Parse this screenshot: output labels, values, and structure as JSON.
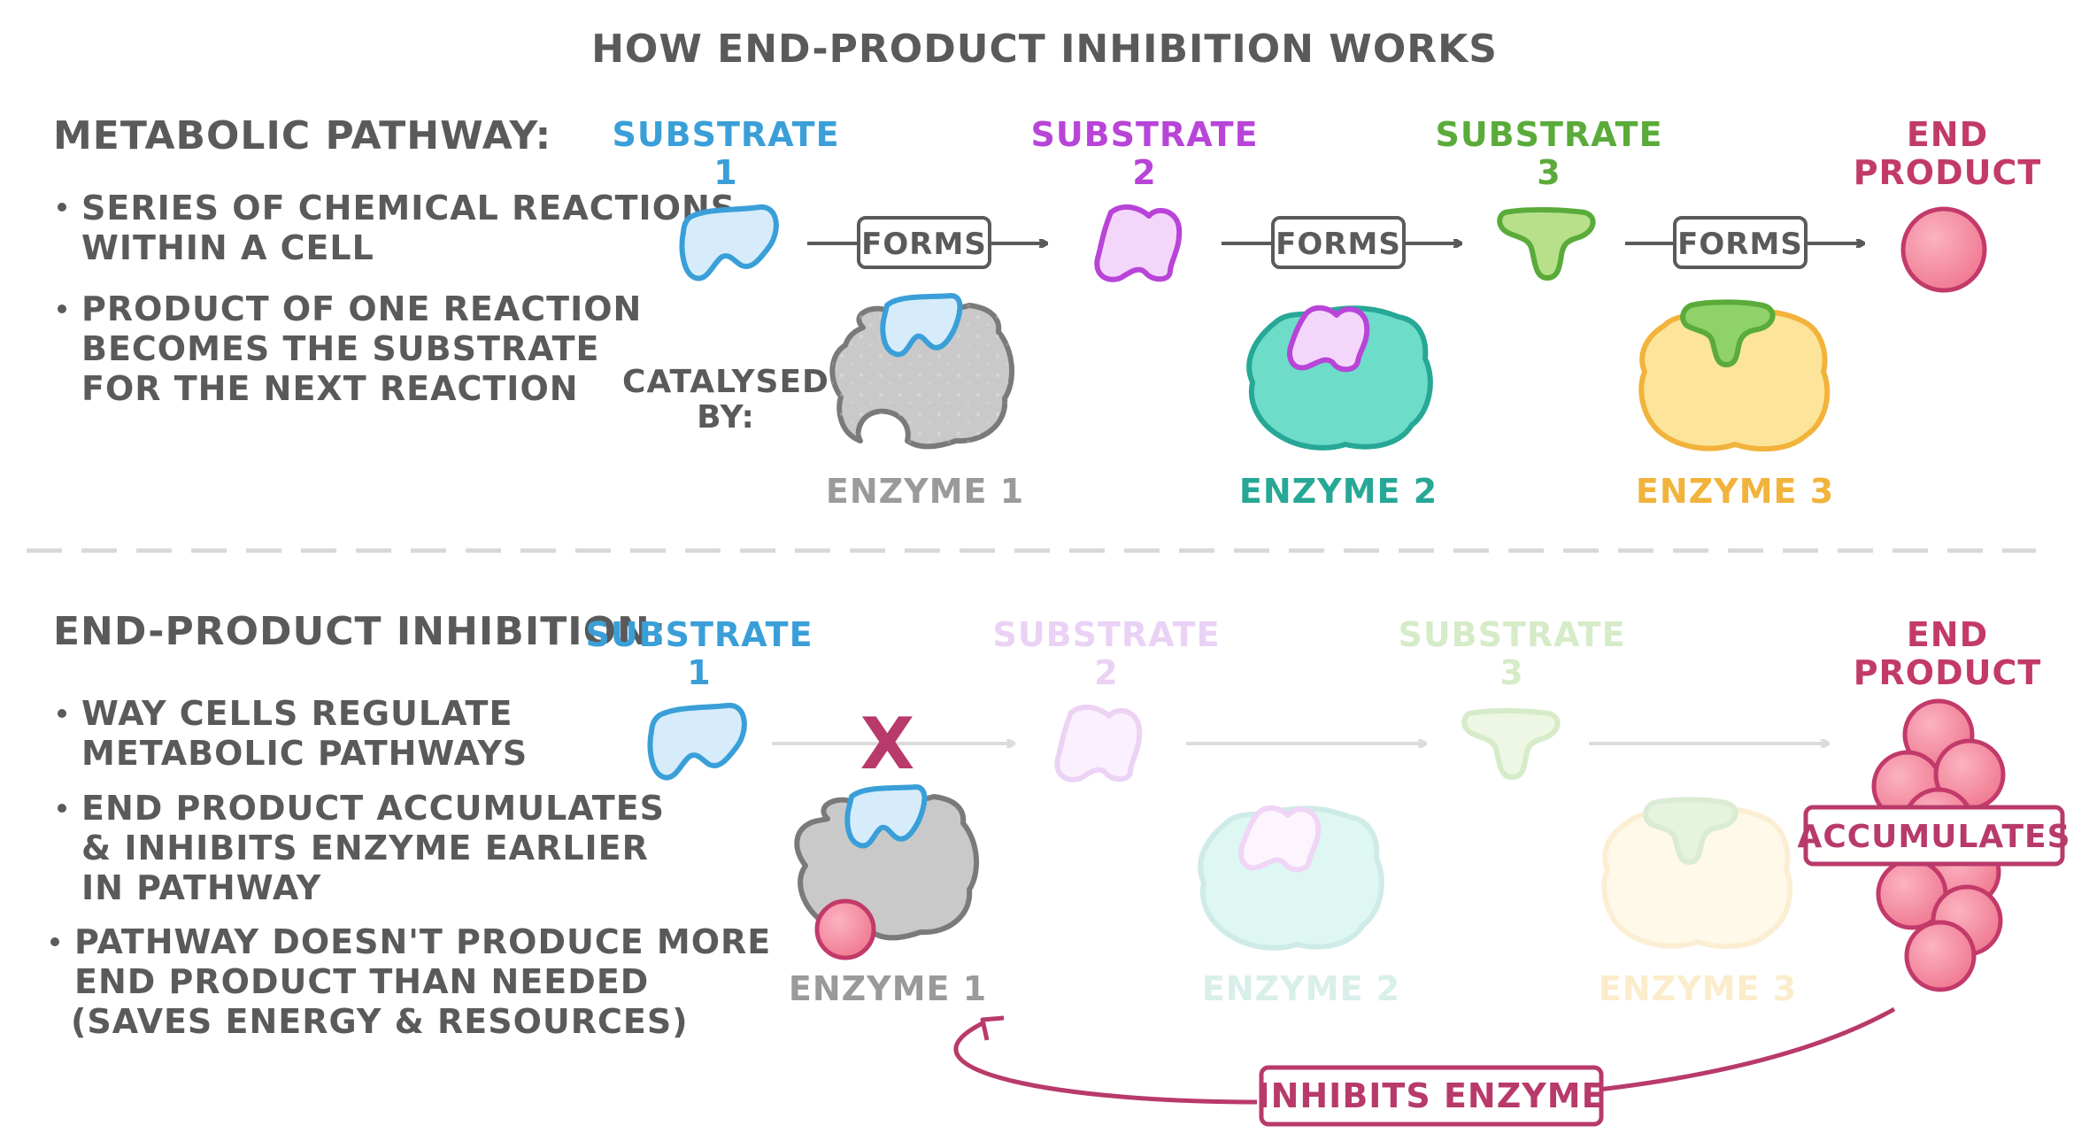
{
  "title": "HOW END-PRODUCT INHIBITION WORKS",
  "colors": {
    "text": "#5a5a5a",
    "substrate1": "#3a9fd8",
    "substrate2": "#b844d8",
    "substrate3": "#5aab3a",
    "end_product": "#c23a6a",
    "enzyme1": "#9a9a9a",
    "enzyme2": "#27a896",
    "enzyme3": "#f2b33c",
    "inhibit": "#b83a6a"
  },
  "top": {
    "heading": "METABOLIC PATHWAY:",
    "bullets": [
      [
        "SERIES OF CHEMICAL REACTIONS",
        "WITHIN A CELL"
      ],
      [
        "PRODUCT OF ONE REACTION",
        "BECOMES THE SUBSTRATE",
        "FOR THE NEXT REACTION"
      ]
    ],
    "substrates": [
      {
        "line1": "SUBSTRATE",
        "line2": "1"
      },
      {
        "line1": "SUBSTRATE",
        "line2": "2"
      },
      {
        "line1": "SUBSTRATE",
        "line2": "3"
      },
      {
        "line1": "END",
        "line2": "PRODUCT"
      }
    ],
    "arrow_label": "FORMS",
    "catalysed_by": [
      "CATALYSED",
      "BY:"
    ],
    "enzymes": [
      "ENZYME 1",
      "ENZYME 2",
      "ENZYME 3"
    ]
  },
  "bottom": {
    "heading": "END-PRODUCT INHIBITION:",
    "bullets": [
      [
        "WAY CELLS REGULATE",
        "METABOLIC PATHWAYS"
      ],
      [
        "END PRODUCT ACCUMULATES",
        "& INHIBITS ENZYME EARLIER",
        "IN PATHWAY"
      ],
      [
        "PATHWAY DOESN'T PRODUCE MORE",
        "END PRODUCT THAN NEEDED",
        "(SAVES ENERGY & RESOURCES)"
      ]
    ],
    "substrates": [
      {
        "line1": "SUBSTRATE",
        "line2": "1"
      },
      {
        "line1": "SUBSTRATE",
        "line2": "2"
      },
      {
        "line1": "SUBSTRATE",
        "line2": "3"
      },
      {
        "line1": "END",
        "line2": "PRODUCT"
      }
    ],
    "enzymes": [
      "ENZYME 1",
      "ENZYME 2",
      "ENZYME 3"
    ],
    "accumulates_label": "ACCUMULATES",
    "inhibits_label": "INHIBITS ENZYME",
    "block_mark": "X"
  }
}
